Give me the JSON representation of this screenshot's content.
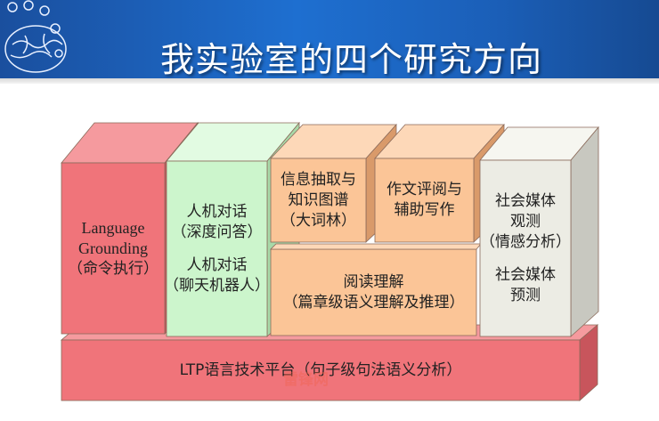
{
  "header": {
    "title": "我实验室的四个研究方向"
  },
  "blocks": {
    "language_grounding": {
      "line1": "Language",
      "line2": "Grounding",
      "line3": "（命令执行）",
      "color": "#f0747a"
    },
    "dialogue": {
      "line1": "人机对话",
      "line2": "（深度问答）",
      "line3": "人机对话",
      "line4": "（聊天机器人）",
      "color": "#ccf5cc"
    },
    "info_extraction": {
      "line1": "信息抽取与",
      "line2": "知识图谱",
      "line3": "（大词林）",
      "color": "#fbc597"
    },
    "essay": {
      "line1": "作文评阅与",
      "line2": "辅助写作",
      "color": "#fbc597"
    },
    "reading": {
      "line1": "阅读理解",
      "line2": "（篇章级语义理解及推理）",
      "color": "#fbc597"
    },
    "social_media": {
      "line1": "社会媒体",
      "line2": "观测",
      "line3": "（情感分析）",
      "line4": "社会媒体",
      "line5": "预测",
      "color": "#ececE4"
    },
    "ltp": {
      "label": "LTP语言技术平台（句子级句法语义分析）",
      "color": "#f0747a"
    }
  },
  "watermark": "雷锋网"
}
